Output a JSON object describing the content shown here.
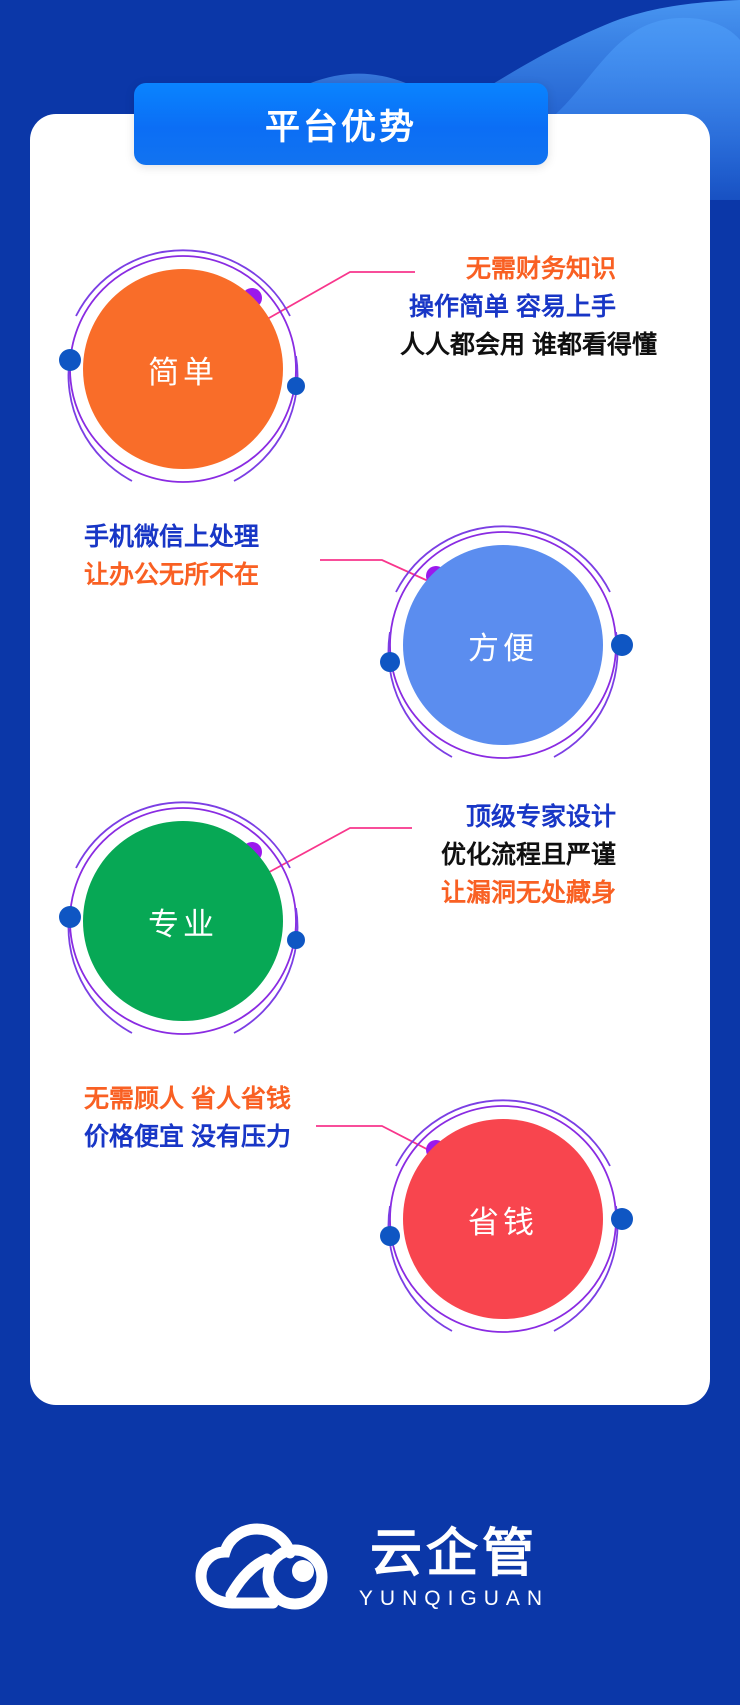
{
  "header": {
    "title": "平台优势"
  },
  "colors": {
    "background": "#0b37a8",
    "card": "#ffffff",
    "banner_start": "#0a84ff",
    "banner_end": "#1273f0",
    "orbit_ring": "#8a2be2",
    "orbit_arc": "#7b3fe4",
    "dot_purple": "#9b18ed",
    "dot_blue": "#0f56c3",
    "connector": "#f8368c",
    "text_orange": "#f96023",
    "text_blue": "#1836c6",
    "text_black": "#101010"
  },
  "advantages": [
    {
      "key": "simple",
      "label": "简单",
      "circle_color": "#f96d29",
      "circle_side": "left",
      "caption_side": "right",
      "lines": [
        {
          "text": "无需财务知识",
          "color": "orange"
        },
        {
          "text": "操作简单 容易上手",
          "color": "blue"
        },
        {
          "text": "人人都会用 谁都看得懂",
          "color": "black"
        }
      ]
    },
    {
      "key": "convenient",
      "label": "方便",
      "circle_color": "#5b8def",
      "circle_side": "right",
      "caption_side": "left",
      "lines": [
        {
          "text": "手机微信上处理",
          "color": "blue"
        },
        {
          "text": "让办公无所不在",
          "color": "orange"
        }
      ]
    },
    {
      "key": "professional",
      "label": "专业",
      "circle_color": "#07a855",
      "circle_side": "left",
      "caption_side": "right",
      "lines": [
        {
          "text": "顶级专家设计",
          "color": "blue"
        },
        {
          "text": "优化流程且严谨",
          "color": "black"
        },
        {
          "text": "让漏洞无处藏身",
          "color": "orange"
        }
      ]
    },
    {
      "key": "save-money",
      "label": "省钱",
      "circle_color": "#f8454e",
      "circle_side": "right",
      "caption_side": "left",
      "lines": [
        {
          "text": "无需顾人 省人省钱",
          "color": "orange"
        },
        {
          "text": "价格便宜 没有压力",
          "color": "blue"
        }
      ]
    }
  ],
  "footer": {
    "logo_icon": "cloud-logo-icon",
    "brand_cn": "云企管",
    "brand_en": "YUNQIGUAN"
  }
}
